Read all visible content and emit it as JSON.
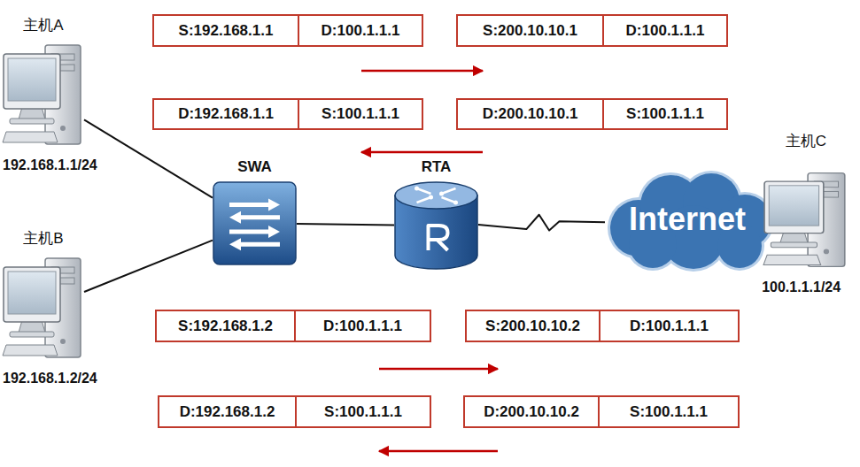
{
  "diagram": {
    "nodes": [
      {
        "text": [
          "主机A",
          "192.168.1.1/24"
        ]
      },
      {
        "text": [
          "主机B",
          "192.168.1.2/24"
        ]
      },
      {
        "text": [
          "SWA"
        ]
      },
      {
        "text": [
          "RTA"
        ]
      },
      {
        "text": [
          "Internet"
        ]
      },
      {
        "text": [
          "主机C",
          "100.1.1.1/24"
        ]
      },
      {
        "text": [
          "S:192.168.1.1"
        ]
      },
      {
        "text": [
          "D:100.1.1.1"
        ]
      },
      {
        "text": [
          "S:200.10.10.1"
        ]
      },
      {
        "text": [
          "D:100.1.1.1"
        ]
      },
      {
        "text": [
          "D:192.168.1.1"
        ]
      },
      {
        "text": [
          "S:100.1.1.1"
        ]
      },
      {
        "text": [
          "D:200.10.10.1"
        ]
      },
      {
        "text": [
          "S:100.1.1.1"
        ]
      },
      {
        "text": [
          "S:192.168.1.2"
        ]
      },
      {
        "text": [
          "D:100.1.1.1"
        ]
      },
      {
        "text": [
          "S:200.10.10.2"
        ]
      },
      {
        "text": [
          "D:100.1.1.1"
        ]
      },
      {
        "text": [
          "D:192.168.1.2"
        ]
      },
      {
        "text": [
          "S:100.1.1.1"
        ]
      },
      {
        "text": [
          "D:200.10.10.2"
        ]
      },
      {
        "text": [
          "S:100.1.1.1"
        ]
      }
    ],
    "edges": [
      {
        "from": 0,
        "to": 2,
        "arrow": "none"
      },
      {
        "from": 1,
        "to": 2,
        "arrow": "none"
      },
      {
        "from": 2,
        "to": 3,
        "arrow": "none"
      },
      {
        "from": 3,
        "to": 4,
        "arrow": "none"
      }
    ]
  }
}
